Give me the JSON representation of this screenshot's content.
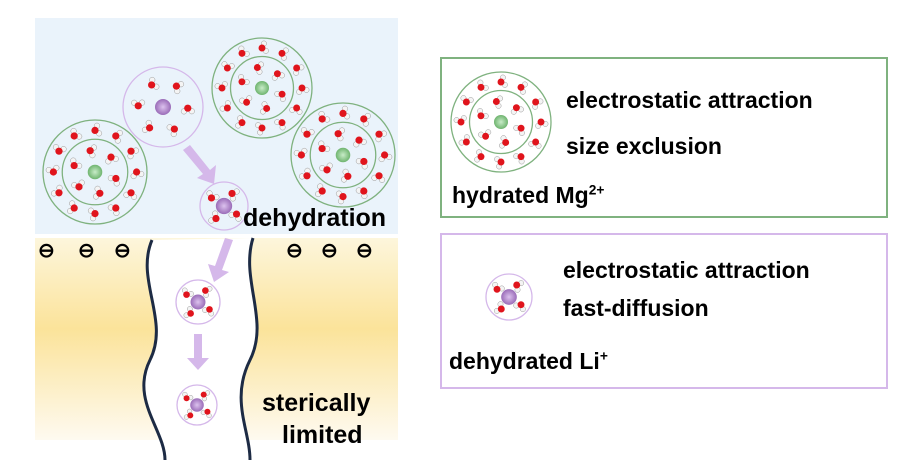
{
  "left_panel": {
    "dehydration_label": "dehydration",
    "sterically_label_line1": "sterically",
    "sterically_label_line2": "limited",
    "charge_symbol": "⊖"
  },
  "mg_box": {
    "line1": "electrostatic attraction",
    "line2": "size exclusion",
    "caption": "hydrated Mg",
    "caption_sup": "2+"
  },
  "li_box": {
    "line1": "electrostatic attraction",
    "line2": "fast-diffusion",
    "caption": "dehydrated Li",
    "caption_sup": "+"
  },
  "colors": {
    "green": "#7fb27f",
    "purple": "#d5b8ea",
    "mg": "#8fcf8f",
    "li": "#b38acb",
    "oxygen": "#e0141c",
    "blue_bg": "#eaf3fb",
    "yellow_bg": "#fbe6a0"
  }
}
